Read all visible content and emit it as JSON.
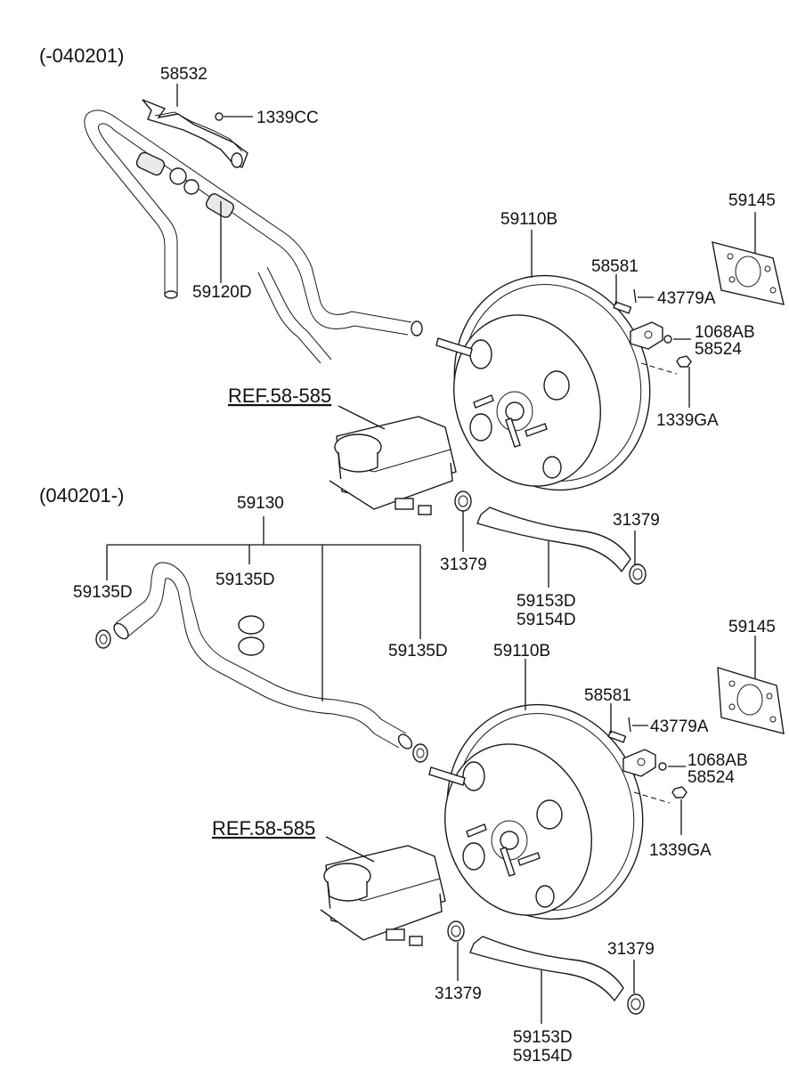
{
  "sections": [
    {
      "header": "(-040201)",
      "labels": {
        "p58532": "58532",
        "p1339CC": "1339CC",
        "p59120D": "59120D",
        "p59110B": "59110B",
        "p59145": "59145",
        "p58581": "58581",
        "p43779A": "43779A",
        "p1068AB": "1068AB",
        "p58524": "58524",
        "p1339GA": "1339GA",
        "ref": "REF.58-585",
        "p31379a": "31379",
        "p31379b": "31379",
        "p59153D": "59153D",
        "p59154D": "59154D"
      }
    },
    {
      "header": "(040201-)",
      "labels": {
        "p59130": "59130",
        "p59135D_a": "59135D",
        "p59135D_b": "59135D",
        "p59135D_c": "59135D",
        "p59110B": "59110B",
        "p59145": "59145",
        "p58581": "58581",
        "p43779A": "43779A",
        "p1068AB": "1068AB",
        "p58524": "58524",
        "p1339GA": "1339GA",
        "ref": "REF.58-585",
        "p31379a": "31379",
        "p31379b": "31379",
        "p59153D": "59153D",
        "p59154D": "59154D"
      }
    }
  ]
}
